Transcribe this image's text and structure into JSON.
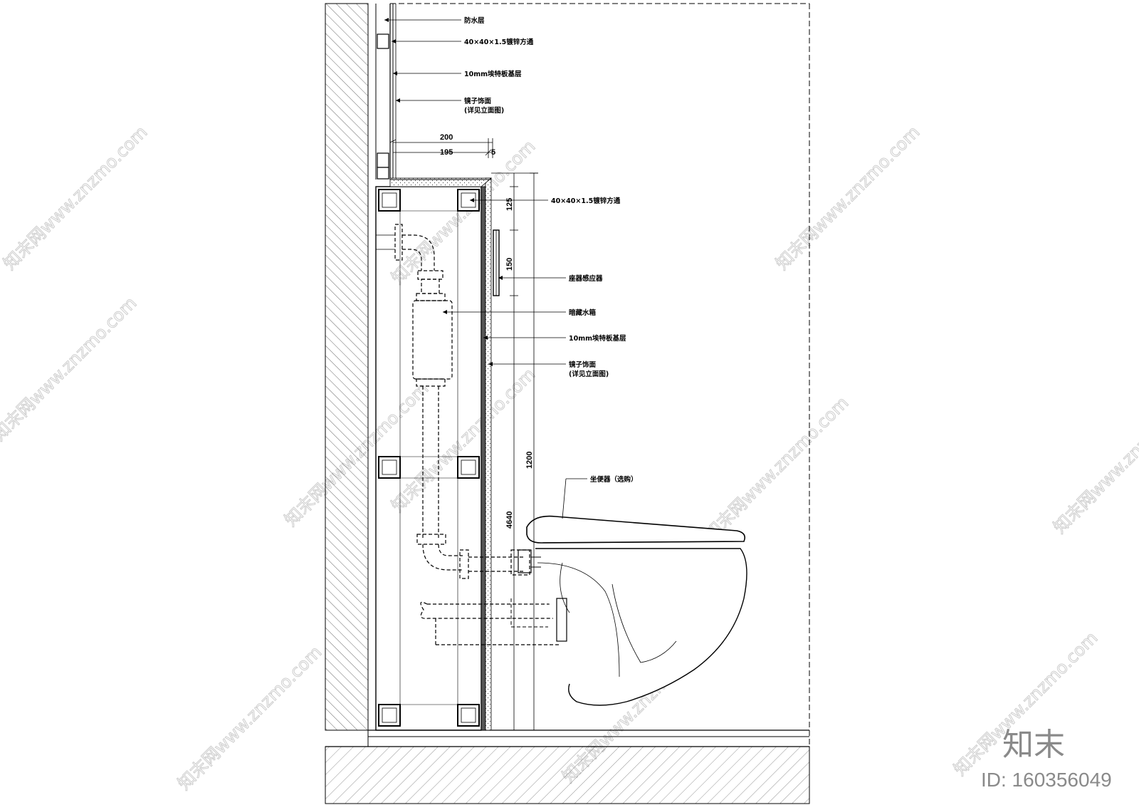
{
  "labels": {
    "waterproof": "防水层",
    "steel_tube_top": "40×40×1.5镀锌方通",
    "board_top": "10mm埃特板基层",
    "mirror_top_1": "镜子饰面",
    "mirror_top_2": "(详见立面图)",
    "steel_tube_mid": "40×40×1.5镀锌方通",
    "sensor": "座器感应器",
    "tank": "暗藏水箱",
    "board_mid": "10mm埃特板基层",
    "mirror_mid_1": "镜子饰面",
    "mirror_mid_2": "(详见立面图)",
    "bidet": "坐便器（选购）"
  },
  "dimensions": {
    "d200": "200",
    "d195": "195",
    "d5": "5",
    "d125": "125",
    "d150": "150",
    "d1200": "1200",
    "d4640": "4640"
  },
  "brand": {
    "logo_text": "知末",
    "id_text": "ID: 160356049"
  },
  "watermark": {
    "text": "知末网www.znzmo.com"
  }
}
